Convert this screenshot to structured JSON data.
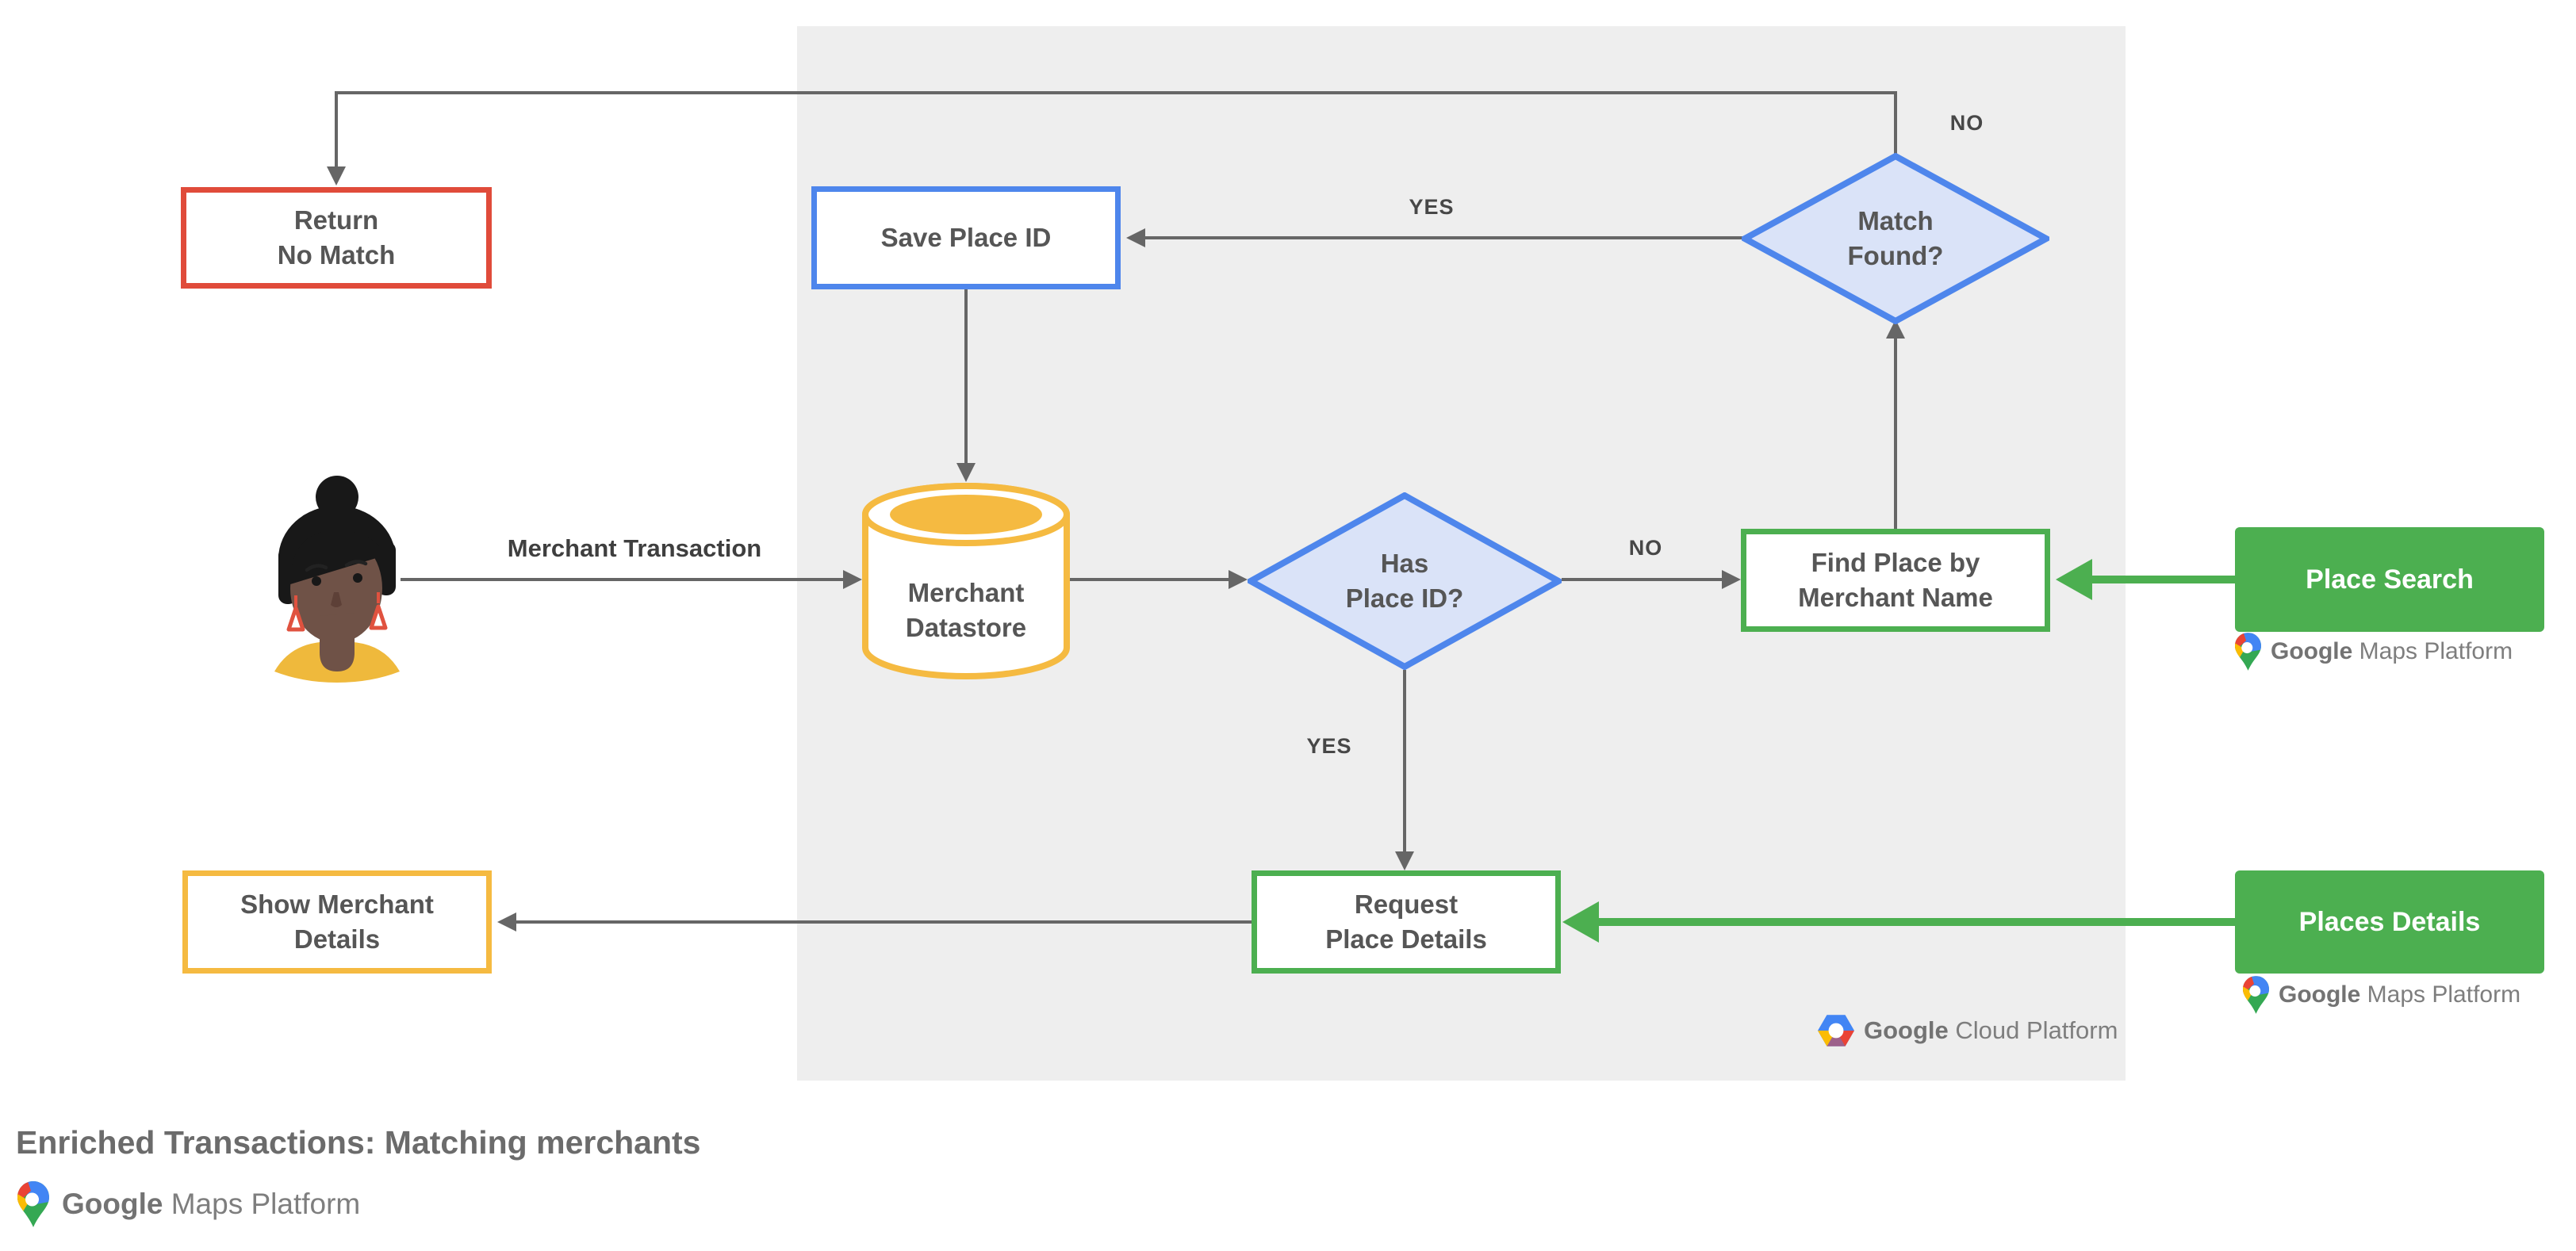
{
  "title": "Enriched Transactions: Matching merchants",
  "nodes": {
    "return_no_match": "Return\nNo Match",
    "save_place_id": "Save Place ID",
    "match_found": "Match\nFound?",
    "merchant_datastore": "Merchant\nDatastore",
    "has_place_id": "Has\nPlace ID?",
    "find_place_by_merchant_name": "Find Place by\nMerchant Name",
    "request_place_details": "Request\nPlace Details",
    "show_merchant_details": "Show Merchant\nDetails",
    "place_search": "Place Search",
    "places_details": "Places Details"
  },
  "edge_labels": {
    "no_to_return": "NO",
    "yes_to_save": "YES",
    "no_to_find": "NO",
    "yes_to_request": "YES"
  },
  "flow_label": "Merchant Transaction",
  "logos": {
    "google_cloud_platform": {
      "bold": "Google",
      "rest": " Cloud Platform"
    },
    "google_maps_platform": {
      "bold": "Google",
      "rest": " Maps Platform"
    }
  },
  "colors": {
    "red": "#e04b3a",
    "blue": "#4e86ec",
    "blue_fill": "#dae3f8",
    "yellow": "#f5ba41",
    "green": "#4caf50",
    "arrow_gray": "#666666",
    "panel_gray": "#eeeeee",
    "text_gray": "#565656"
  }
}
